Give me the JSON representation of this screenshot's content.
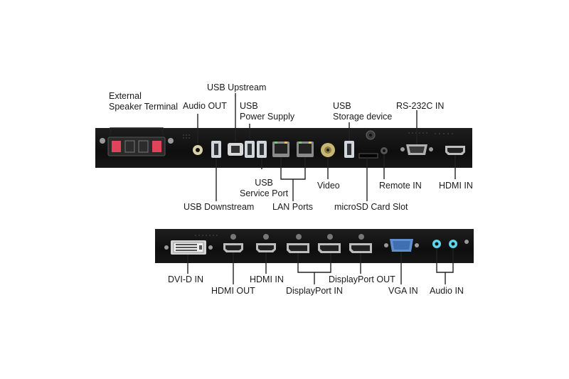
{
  "colors": {
    "panel": "#151515",
    "port_metal": "#b8b8b8",
    "speaker_red": "#e0445a",
    "usb_blue_gray": "#cfd6dd",
    "vga_blue": "#5f8fd0",
    "audio_cyan": "#5fd6e8",
    "lan_green": "#6fcf6f"
  },
  "top_panel": {
    "labels": {
      "external_speaker": "External\nSpeaker Terminal",
      "audio_out": "Audio OUT",
      "usb_upstream": "USB Upstream",
      "usb_power_supply": "USB\nPower Supply",
      "usb_storage": "USB\nStorage device",
      "rs232c_in": "RS-232C IN",
      "usb_service_port": "USB\nService Port",
      "video": "Video",
      "remote_in": "Remote IN",
      "hdmi_in": "HDMI IN",
      "usb_downstream": "USB Downstream",
      "lan_ports": "LAN Ports",
      "microsd": "microSD Card Slot"
    }
  },
  "bottom_panel": {
    "labels": {
      "dvi_d_in": "DVI-D IN",
      "hdmi_out": "HDMI OUT",
      "hdmi_in": "HDMI IN",
      "displayport_in": "DisplayPort IN",
      "displayport_out": "DisplayPort OUT",
      "vga_in": "VGA IN",
      "audio_in": "Audio IN"
    }
  }
}
